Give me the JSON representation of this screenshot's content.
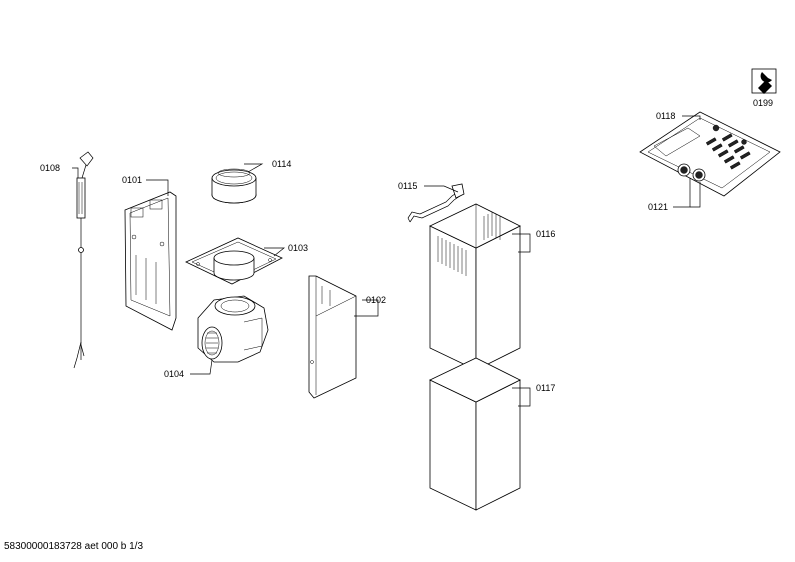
{
  "parts": [
    {
      "id": "p108",
      "label": "0108"
    },
    {
      "id": "p101",
      "label": "0101"
    },
    {
      "id": "p114",
      "label": "0114"
    },
    {
      "id": "p103",
      "label": "0103"
    },
    {
      "id": "p102",
      "label": "0102"
    },
    {
      "id": "p104",
      "label": "0104"
    },
    {
      "id": "p115",
      "label": "0115"
    },
    {
      "id": "p116",
      "label": "0116"
    },
    {
      "id": "p117",
      "label": "0117"
    },
    {
      "id": "p118",
      "label": "0118"
    },
    {
      "id": "p121",
      "label": "0121"
    },
    {
      "id": "p199",
      "label": "0199"
    }
  ],
  "footer": "58300000183728 aet 000 b 1/3"
}
